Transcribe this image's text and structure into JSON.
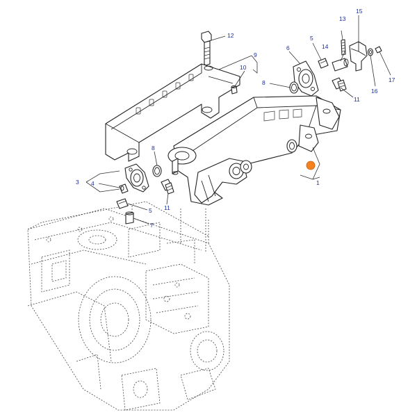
{
  "diagram": {
    "highlight_color": "#f5821f",
    "label_color": "#1b2f9a",
    "line_color": "#222222",
    "callouts": [
      {
        "id": "c12",
        "text": "12"
      },
      {
        "id": "c9",
        "text": "9"
      },
      {
        "id": "c10",
        "text": "10"
      },
      {
        "id": "c6",
        "text": "6"
      },
      {
        "id": "c5a",
        "text": "5"
      },
      {
        "id": "c14",
        "text": "14"
      },
      {
        "id": "c13",
        "text": "13"
      },
      {
        "id": "c15",
        "text": "15"
      },
      {
        "id": "c8a",
        "text": "8"
      },
      {
        "id": "c11a",
        "text": "11"
      },
      {
        "id": "c16",
        "text": "16"
      },
      {
        "id": "c17",
        "text": "17"
      },
      {
        "id": "c8b",
        "text": "8"
      },
      {
        "id": "c3",
        "text": "3"
      },
      {
        "id": "c4",
        "text": "4"
      },
      {
        "id": "c5b",
        "text": "5"
      },
      {
        "id": "c11b",
        "text": "11"
      },
      {
        "id": "c7",
        "text": "7"
      },
      {
        "id": "c1",
        "text": "1"
      }
    ]
  }
}
